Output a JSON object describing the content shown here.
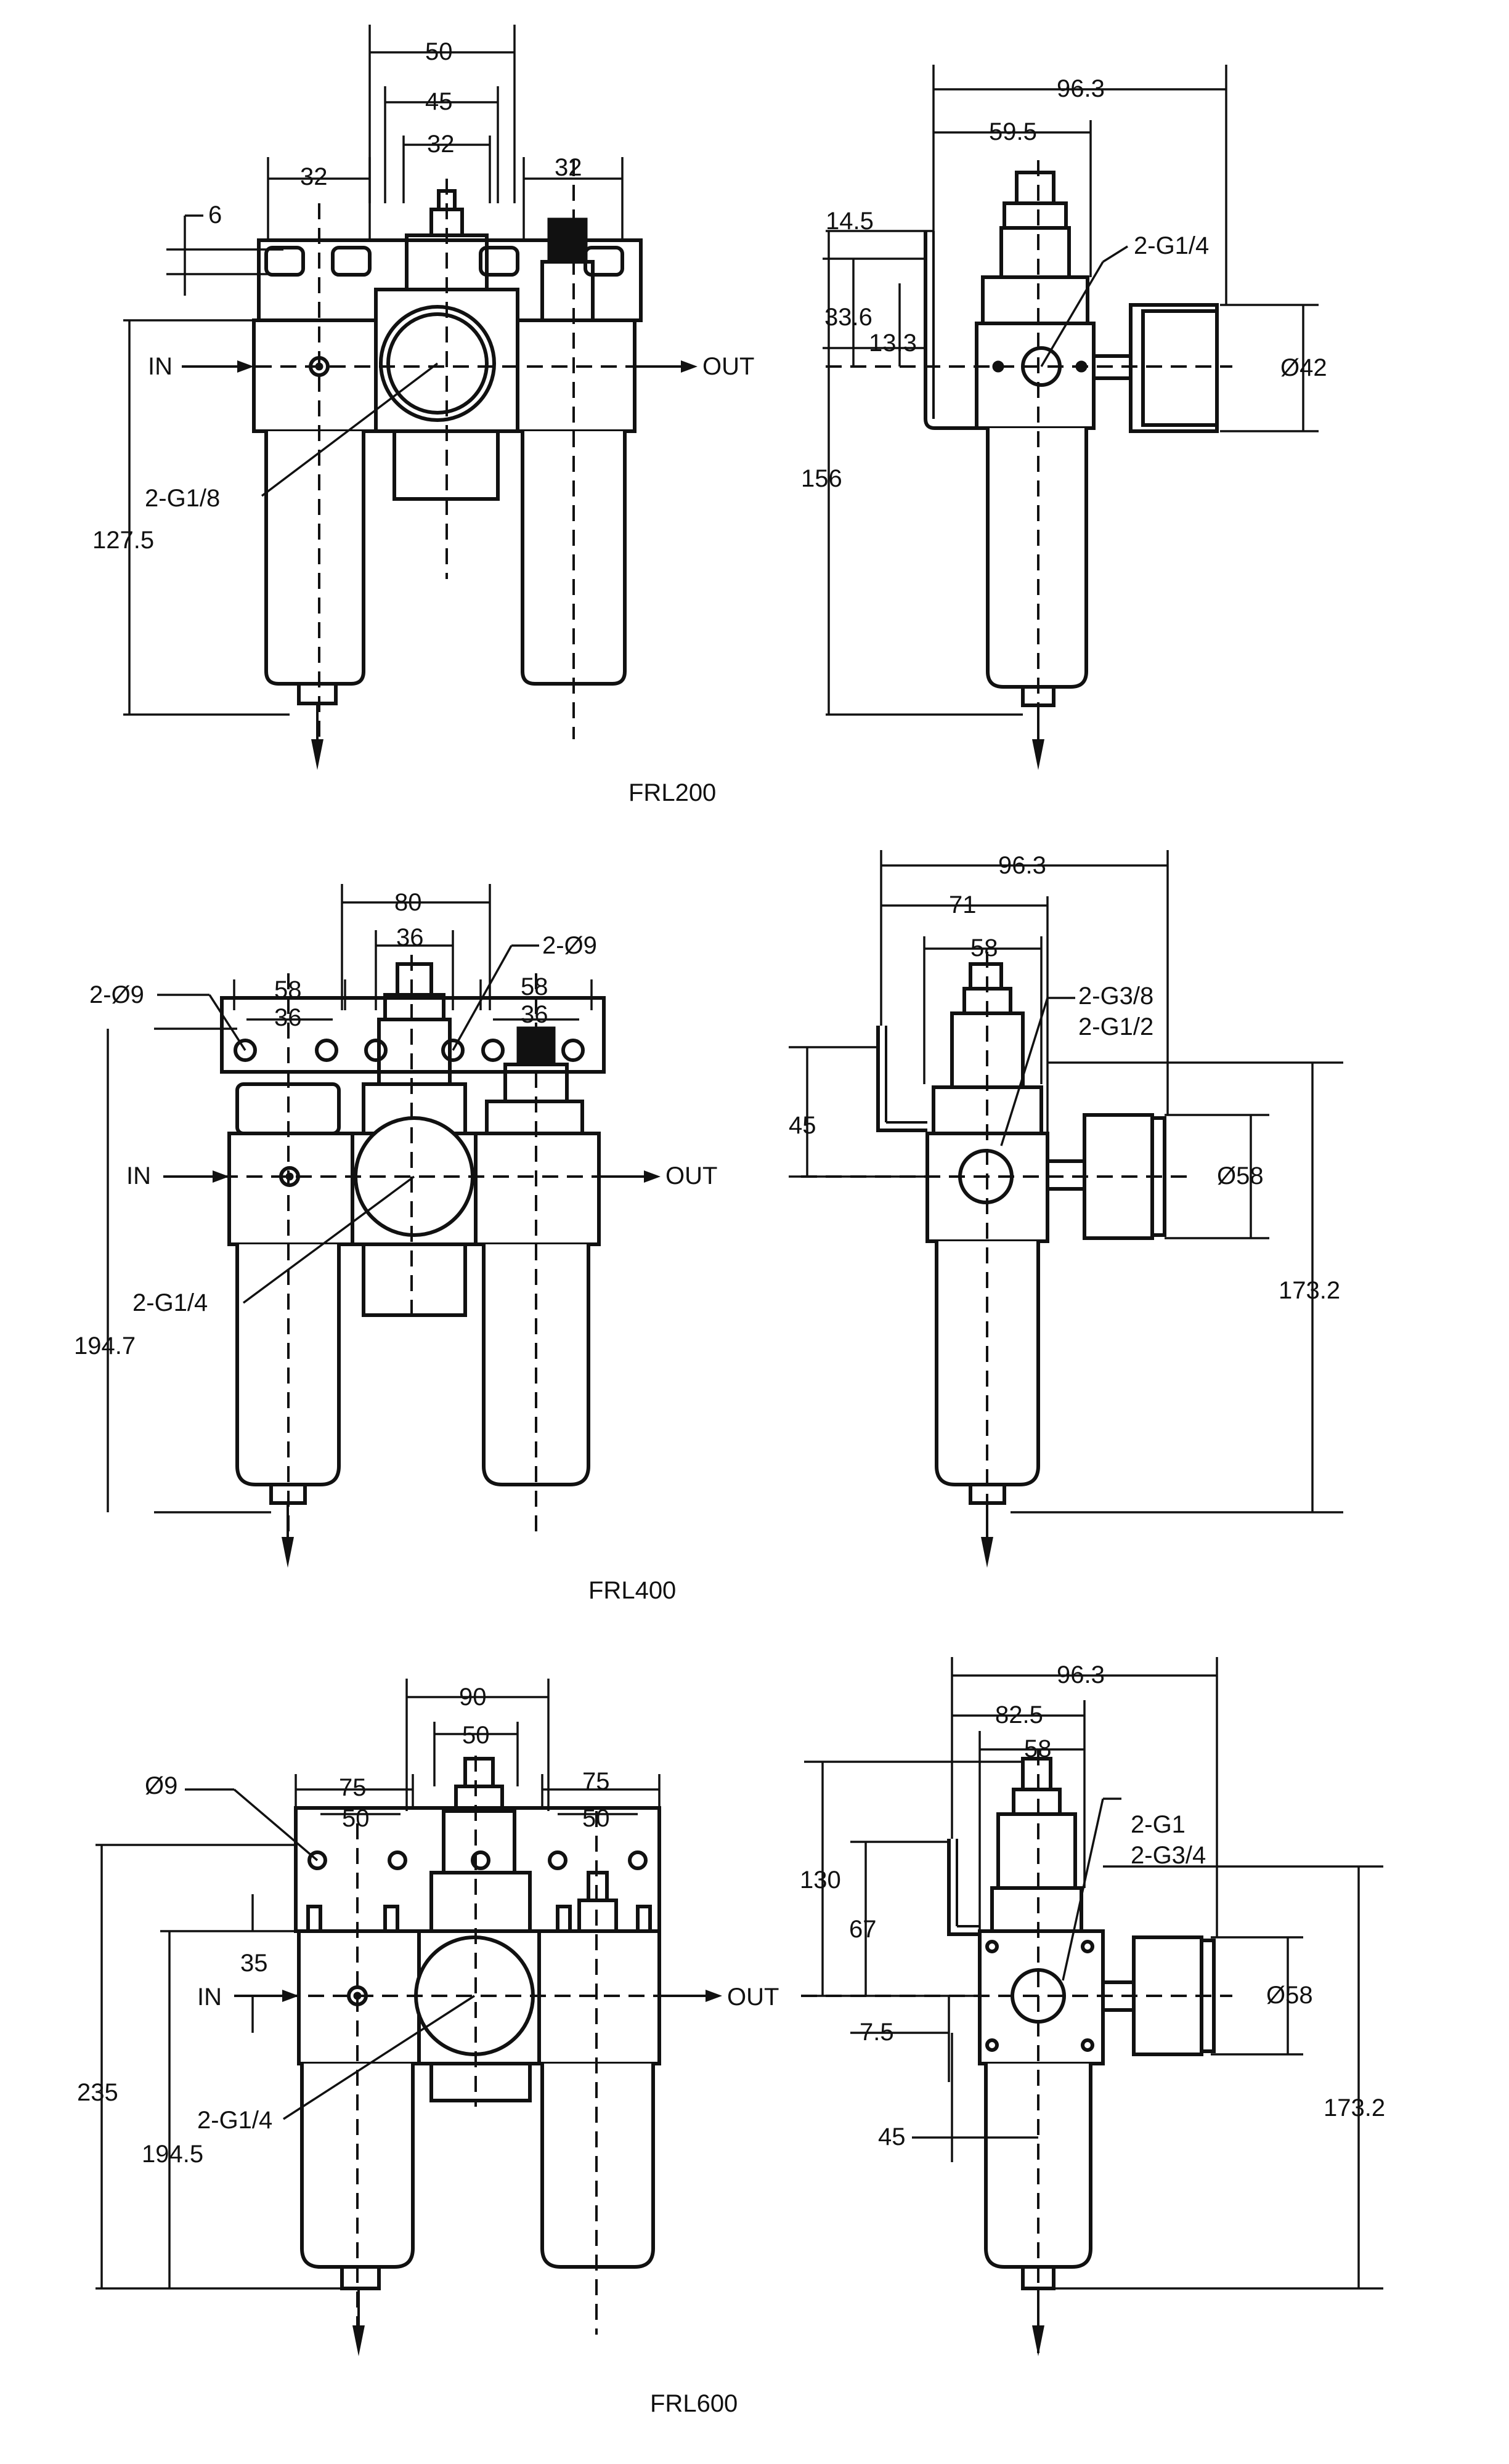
{
  "frl200": {
    "title": "FRL200",
    "front": {
      "dim_width_overall": "50",
      "dim_width_mid": "45",
      "dim_width_knob": "32",
      "dim_width_left": "32",
      "dim_width_right": "32",
      "dim_slot": "6",
      "label_in": "IN",
      "label_out": "OUT",
      "label_port": "2-G1/8",
      "dim_height": "127.5"
    },
    "side": {
      "dim_depth_overall": "96.3",
      "dim_depth_mid": "59.5",
      "dim_bracket": "14.5",
      "dim_v1": "33.6",
      "dim_v2": "13.3",
      "label_port": "2-G1/4",
      "dim_gauge": "Ø42",
      "dim_height": "156"
    }
  },
  "frl400": {
    "title": "FRL400",
    "front": {
      "dim_width_overall": "80",
      "dim_width_mid": "36",
      "label_hole_right": "2-Ø9",
      "label_hole_left": "2-Ø9",
      "dim_left_outer": "58",
      "dim_left_inner": "36",
      "dim_right_outer": "58",
      "dim_right_inner": "36",
      "label_in": "IN",
      "label_out": "OUT",
      "label_port": "2-G1/4",
      "dim_height": "194.7"
    },
    "side": {
      "dim_depth_overall": "96.3",
      "dim_depth_mid": "71",
      "dim_depth_inner": "58",
      "label_port_1": "2-G3/8",
      "label_port_2": "2-G1/2",
      "dim_v1": "45",
      "dim_gauge": "Ø58",
      "dim_height": "173.2"
    }
  },
  "frl600": {
    "title": "FRL600",
    "front": {
      "dim_width_overall": "90",
      "dim_width_mid": "50",
      "label_hole": "Ø9",
      "dim_left_outer": "75",
      "dim_left_inner": "50",
      "dim_right_outer": "75",
      "dim_right_inner": "50",
      "dim_v1": "35",
      "label_in": "IN",
      "label_out": "OUT",
      "label_port": "2-G1/4",
      "dim_height_total": "235",
      "dim_height": "194.5"
    },
    "side": {
      "dim_depth_overall": "96.3",
      "dim_depth_mid": "82.5",
      "dim_depth_inner": "58",
      "label_port_1": "2-G1",
      "label_port_2": "2-G3/4",
      "dim_v1": "130",
      "dim_v2": "67",
      "dim_v3": "7.5",
      "dim_h1": "45",
      "dim_gauge": "Ø58",
      "dim_height": "173.2"
    }
  }
}
